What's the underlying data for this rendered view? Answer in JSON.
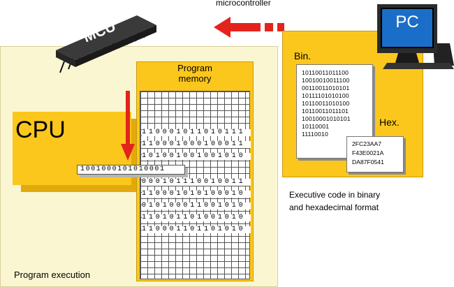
{
  "header": {
    "label": "microcontroller"
  },
  "mcu": {
    "label": "MCU"
  },
  "pc": {
    "label": "PC"
  },
  "cpu": {
    "label": "CPU"
  },
  "program_memory": {
    "title_line1": "Program",
    "title_line2": "memory",
    "rows": [
      "110001011010111",
      "110001000100011",
      "101001001001010",
      "000101110010011",
      "110001010100010",
      "010100011001010",
      "110101101001010",
      "110001101101010"
    ]
  },
  "instruction_bus": {
    "value": "1001000101010001"
  },
  "execution": {
    "caption": "Program execution"
  },
  "binary": {
    "label": "Bin.",
    "lines": [
      "10110011011100",
      "10010010011100",
      "00110011010101",
      "10111101010100",
      "10110011010100",
      "10110011011101",
      "10010001010101",
      "10110001",
      "11110010"
    ]
  },
  "hex": {
    "label": "Hex.",
    "lines": [
      "2FC23AA7",
      "F43E0021A",
      "DA87F0541"
    ]
  },
  "code_caption": {
    "line1": "Executive code in binary",
    "line2": "and hexadecimal format"
  },
  "colors": {
    "panel_yellow": "#fcc71c",
    "panel_light": "#fbf6d2",
    "arrow_red": "#e3231c",
    "pc_screen": "#1a6ec8",
    "chip_body": "#2a2a2a"
  }
}
